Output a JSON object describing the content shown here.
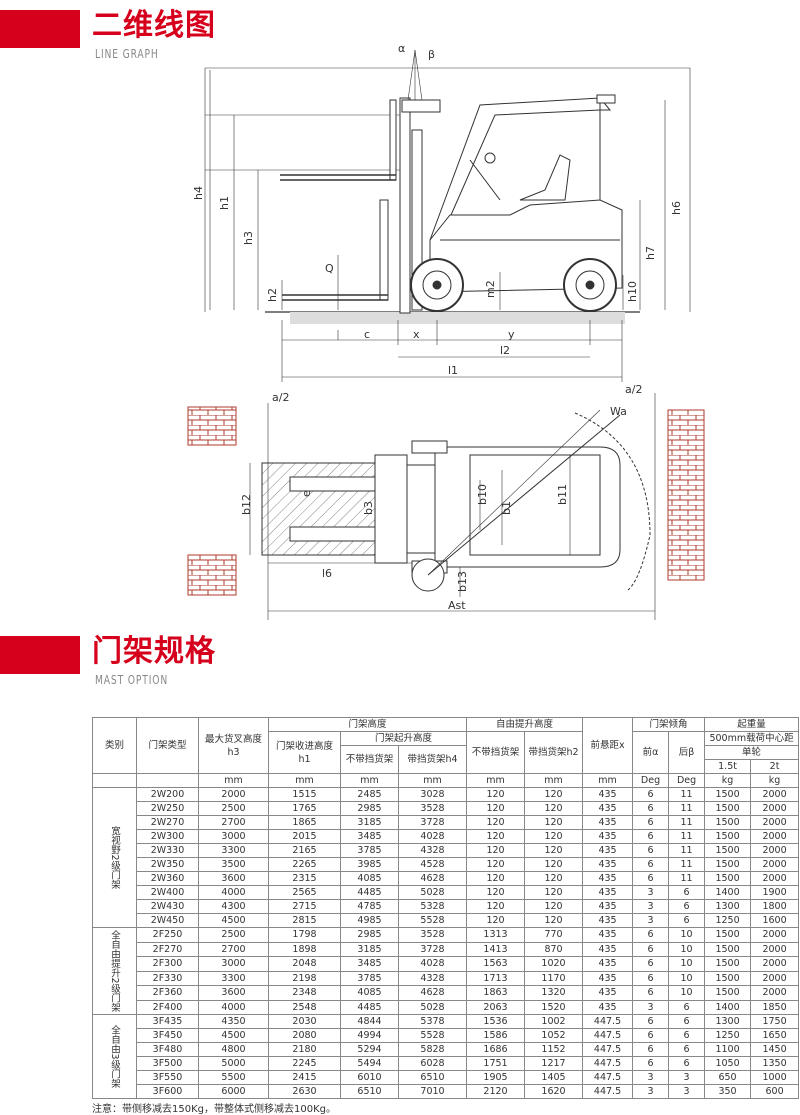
{
  "sections": {
    "line_graph": {
      "title": "二维线图",
      "subtitle": "LINE GRAPH"
    },
    "mast_option": {
      "title": "门架规格",
      "subtitle": "MAST OPTION"
    }
  },
  "colors": {
    "accent": "#d6001c",
    "brick": "#b03a2e"
  },
  "side_view_labels": {
    "alpha": "α",
    "beta": "β",
    "h4": "h4",
    "h1": "h1",
    "h3": "h3",
    "Q": "Q",
    "h2": "h2",
    "m2": "m2",
    "h6": "h6",
    "h7": "h7",
    "h10": "h10",
    "c": "c",
    "x": "x",
    "y": "y",
    "l2": "l2",
    "l1": "l1"
  },
  "top_view_labels": {
    "a2_left": "a/2",
    "a2_right": "a/2",
    "Wa": "Wa",
    "b12": "b12",
    "e": "e",
    "b3": "b3",
    "b10": "b10",
    "b1": "b1",
    "b11": "b11",
    "l6": "l6",
    "b13": "b13",
    "Ast": "Ast"
  },
  "table": {
    "headers": {
      "category": "类别",
      "mast_type": "门架类型",
      "max_height": "最大货叉高度",
      "max_height_sym": "h3",
      "mast_height": "门架高度",
      "retracted": "门架收进高度",
      "retracted_sym": "h1",
      "extended": "门架起升高度",
      "no_guard": "不带挡货架",
      "with_guard": "带挡货架h4",
      "free_lift": "自由提升高度",
      "free_no_guard": "不带挡货架",
      "free_with_guard": "带挡货架h2",
      "overhang": "前悬距x",
      "tilt": "门架倾角",
      "front_tilt": "前α",
      "rear_tilt": "后β",
      "capacity": "起重量",
      "capacity_desc": "500mm载荷中心距",
      "single_wheel": "单轮",
      "cap_15": "1.5t",
      "cap_2": "2t"
    },
    "units": [
      "mm",
      "mm",
      "mm",
      "mm",
      "mm",
      "mm",
      "mm",
      "Deg",
      "Deg",
      "kg",
      "kg"
    ],
    "groups": [
      {
        "name": "宽视野2级门架",
        "rows": [
          [
            "2W200",
            "2000",
            "1515",
            "2485",
            "3028",
            "120",
            "120",
            "435",
            "6",
            "11",
            "1500",
            "2000"
          ],
          [
            "2W250",
            "2500",
            "1765",
            "2985",
            "3528",
            "120",
            "120",
            "435",
            "6",
            "11",
            "1500",
            "2000"
          ],
          [
            "2W270",
            "2700",
            "1865",
            "3185",
            "3728",
            "120",
            "120",
            "435",
            "6",
            "11",
            "1500",
            "2000"
          ],
          [
            "2W300",
            "3000",
            "2015",
            "3485",
            "4028",
            "120",
            "120",
            "435",
            "6",
            "11",
            "1500",
            "2000"
          ],
          [
            "2W330",
            "3300",
            "2165",
            "3785",
            "4328",
            "120",
            "120",
            "435",
            "6",
            "11",
            "1500",
            "2000"
          ],
          [
            "2W350",
            "3500",
            "2265",
            "3985",
            "4528",
            "120",
            "120",
            "435",
            "6",
            "11",
            "1500",
            "2000"
          ],
          [
            "2W360",
            "3600",
            "2315",
            "4085",
            "4628",
            "120",
            "120",
            "435",
            "6",
            "11",
            "1500",
            "2000"
          ],
          [
            "2W400",
            "4000",
            "2565",
            "4485",
            "5028",
            "120",
            "120",
            "435",
            "3",
            "6",
            "1400",
            "1900"
          ],
          [
            "2W430",
            "4300",
            "2715",
            "4785",
            "5328",
            "120",
            "120",
            "435",
            "3",
            "6",
            "1300",
            "1800"
          ],
          [
            "2W450",
            "4500",
            "2815",
            "4985",
            "5528",
            "120",
            "120",
            "435",
            "3",
            "6",
            "1250",
            "1600"
          ]
        ]
      },
      {
        "name": "全自由提升2级门架",
        "rows": [
          [
            "2F250",
            "2500",
            "1798",
            "2985",
            "3528",
            "1313",
            "770",
            "435",
            "6",
            "10",
            "1500",
            "2000"
          ],
          [
            "2F270",
            "2700",
            "1898",
            "3185",
            "3728",
            "1413",
            "870",
            "435",
            "6",
            "10",
            "1500",
            "2000"
          ],
          [
            "2F300",
            "3000",
            "2048",
            "3485",
            "4028",
            "1563",
            "1020",
            "435",
            "6",
            "10",
            "1500",
            "2000"
          ],
          [
            "2F330",
            "3300",
            "2198",
            "3785",
            "4328",
            "1713",
            "1170",
            "435",
            "6",
            "10",
            "1500",
            "2000"
          ],
          [
            "2F360",
            "3600",
            "2348",
            "4085",
            "4628",
            "1863",
            "1320",
            "435",
            "6",
            "10",
            "1500",
            "2000"
          ],
          [
            "2F400",
            "4000",
            "2548",
            "4485",
            "5028",
            "2063",
            "1520",
            "435",
            "3",
            "6",
            "1400",
            "1850"
          ]
        ]
      },
      {
        "name": "全自由3级门架",
        "rows": [
          [
            "3F435",
            "4350",
            "2030",
            "4844",
            "5378",
            "1536",
            "1002",
            "447.5",
            "6",
            "6",
            "1300",
            "1750"
          ],
          [
            "3F450",
            "4500",
            "2080",
            "4994",
            "5528",
            "1586",
            "1052",
            "447.5",
            "6",
            "6",
            "1250",
            "1650"
          ],
          [
            "3F480",
            "4800",
            "2180",
            "5294",
            "5828",
            "1686",
            "1152",
            "447.5",
            "6",
            "6",
            "1100",
            "1450"
          ],
          [
            "3F500",
            "5000",
            "2245",
            "5494",
            "6028",
            "1751",
            "1217",
            "447.5",
            "6",
            "6",
            "1050",
            "1350"
          ],
          [
            "3F550",
            "5500",
            "2415",
            "6010",
            "6510",
            "1905",
            "1405",
            "447.5",
            "3",
            "3",
            "650",
            "1000"
          ],
          [
            "3F600",
            "6000",
            "2630",
            "6510",
            "7010",
            "2120",
            "1620",
            "447.5",
            "3",
            "3",
            "350",
            "600"
          ]
        ]
      }
    ]
  },
  "note": "注意：带侧移减去150Kg，带整体式侧移减去100Kg。"
}
